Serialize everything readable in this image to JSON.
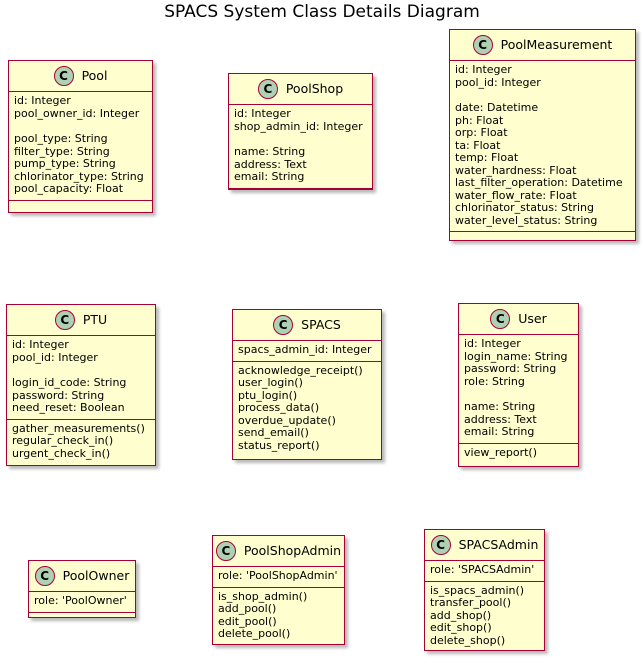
{
  "title": "SPACS System Class Details Diagram",
  "icon_letter": "C",
  "colors": {
    "class_fill": "#FEFECE",
    "class_border": "#A80036",
    "icon_fill": "#ADD1B2"
  },
  "classes": {
    "pool": {
      "name": "Pool",
      "fields": [
        "id: Integer",
        "pool_owner_id: Integer",
        "",
        "pool_type: String",
        "filter_type: String",
        "pump_type: String",
        "chlorinator_type: String",
        "pool_capacity: Float"
      ],
      "methods": []
    },
    "poolshop": {
      "name": "PoolShop",
      "fields": [
        "id: Integer",
        "shop_admin_id: Integer",
        "",
        "name: String",
        "address: Text",
        "email: String"
      ],
      "methods": []
    },
    "poolmeasurement": {
      "name": "PoolMeasurement",
      "fields": [
        "id: Integer",
        "pool_id: Integer",
        "",
        "date: Datetime",
        "ph: Float",
        "orp: Float",
        "ta: Float",
        "temp: Float",
        "water_hardness: Float",
        "last_filter_operation: Datetime",
        "water_flow_rate: Float",
        "chlorinator_status: String",
        "water_level_status: String"
      ],
      "methods": []
    },
    "ptu": {
      "name": "PTU",
      "fields": [
        "id: Integer",
        "pool_id: Integer",
        "",
        "login_id_code: String",
        "password: String",
        "need_reset: Boolean"
      ],
      "methods": [
        "gather_measurements()",
        "regular_check_in()",
        "urgent_check_in()"
      ]
    },
    "spacs": {
      "name": "SPACS",
      "fields": [
        "spacs_admin_id: Integer"
      ],
      "methods": [
        "acknowledge_receipt()",
        "user_login()",
        "ptu_login()",
        "process_data()",
        "overdue_update()",
        "send_email()",
        "status_report()"
      ]
    },
    "user": {
      "name": "User",
      "fields": [
        "id: Integer",
        "login_name: String",
        "password: String",
        "role: String",
        "",
        "name: String",
        "address: Text",
        "email: String"
      ],
      "methods": [
        "view_report()"
      ]
    },
    "poolowner": {
      "name": "PoolOwner",
      "fields": [
        "role: 'PoolOwner'"
      ],
      "methods": []
    },
    "poolshopadmin": {
      "name": "PoolShopAdmin",
      "fields": [
        "role: 'PoolShopAdmin'"
      ],
      "methods": [
        "is_shop_admin()",
        "add_pool()",
        "edit_pool()",
        "delete_pool()"
      ]
    },
    "spacsadmin": {
      "name": "SPACSAdmin",
      "fields": [
        "role: 'SPACSAdmin'"
      ],
      "methods": [
        "is_spacs_admin()",
        "transfer_pool()",
        "add_shop()",
        "edit_shop()",
        "delete_shop()"
      ]
    }
  }
}
